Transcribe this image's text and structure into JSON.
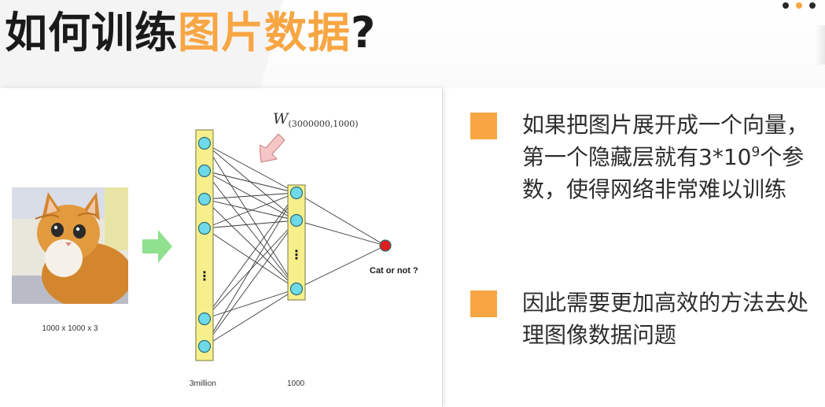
{
  "header": {
    "title_part1": "如何训练",
    "title_highlight": "图片数据",
    "title_part2": "?",
    "nav_dots": [
      "dark",
      "accent",
      "dark"
    ]
  },
  "colors": {
    "accent": "#f7a643",
    "neuron_fill": "#6ed9e8",
    "layer_fill": "#f6ef8c",
    "output_node": "#e02020",
    "input_arrow": "#8fe08f",
    "weight_arrow": "#f5c6c6"
  },
  "figure": {
    "image_caption": "1000 x 1000 x 3",
    "weight_symbol": "W",
    "weight_subscript": "(3000000,1000)",
    "layer1_label": "3million",
    "layer2_label": "1000",
    "output_label": "Cat or not ?",
    "ellipsis": "⋮"
  },
  "bullets": [
    {
      "text_pre": "如果把图片展开成一个向量，第一个隐藏层就有3*10",
      "sup": "9",
      "text_post": "个参数，使得网络非常难以训练"
    },
    {
      "text_pre": "因此需要更加高效的方法去处理图像数据问题",
      "sup": "",
      "text_post": ""
    }
  ]
}
